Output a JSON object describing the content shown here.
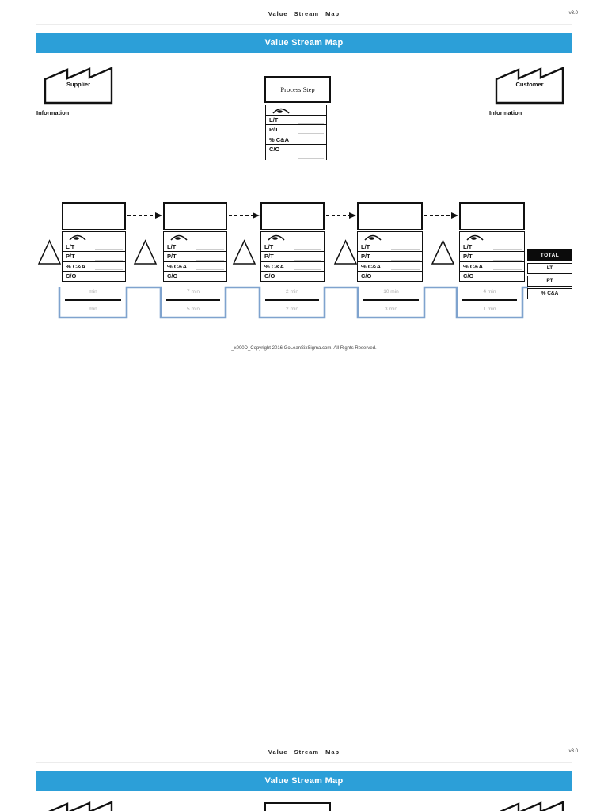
{
  "colors": {
    "banner_blue": "#2C9FD8",
    "timeline_blue": "#7FA3CE",
    "total_header_bg": "#0B0B0B"
  },
  "page1": {
    "doc_title": "Value Stream Map",
    "version": "v3.0",
    "banner": "Value Stream Map",
    "supplier_label": "Supplier",
    "customer_label": "Customer",
    "information_left": "Information",
    "information_right": "Information",
    "copyright": "_x000D_Copyright 2016 GoLeanSixSigma.com. All Rights Reserved."
  },
  "legend": {
    "process_step_label": "Process Step",
    "operator_icon": "operator-icon"
  },
  "metrics": {
    "rows": [
      "L/T",
      "P/T",
      "% C&A",
      "C/O"
    ]
  },
  "timeline": {
    "segments": [
      {
        "top": "min",
        "bottom": "min"
      },
      {
        "top": "7 min",
        "bottom": "5 min"
      },
      {
        "top": "2 min",
        "bottom": "2 min"
      },
      {
        "top": "10 min",
        "bottom": "3 min"
      },
      {
        "top": "4 min",
        "bottom": "1 min"
      }
    ]
  },
  "total": {
    "header": "TOTAL",
    "rows": [
      "LT",
      "PT",
      "% C&A"
    ]
  },
  "page2": {
    "doc_title": "Value Stream Map",
    "version": "v3.0",
    "banner": "Value Stream Map"
  }
}
